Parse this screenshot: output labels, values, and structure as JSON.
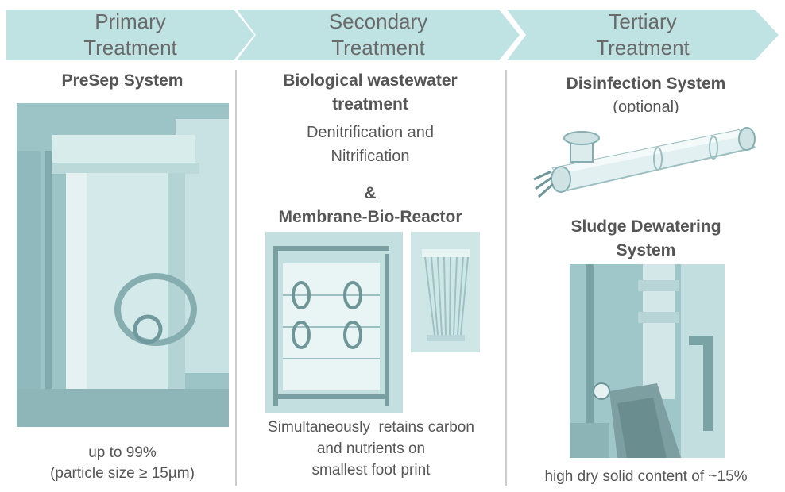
{
  "header": {
    "stages": [
      {
        "label": "Primary\nTreatment"
      },
      {
        "label": "Secondary\nTreatment"
      },
      {
        "label": "Tertiary\nTreatment"
      }
    ]
  },
  "primary": {
    "title": "PreSep System",
    "footer_line1": "up to 99%",
    "footer_line2": "(particle size ≥ 15µm)"
  },
  "secondary": {
    "title_line1": "Biological wastewater",
    "title_line2": "treatment",
    "subtitle_line1": "Denitrification and",
    "subtitle_line2": "Nitrification",
    "ampersand": "&",
    "mbr_title": "Membrane-Bio-Reactor",
    "footer_line1": "Simultaneously  retains carbon",
    "footer_line2": "and nutrients on",
    "footer_line3": "smallest foot print"
  },
  "tertiary": {
    "disinfection_title": "Disinfection System",
    "disinfection_note": "(optional)",
    "sludge_title_line1": "Sludge Dewatering",
    "sludge_title_line2": "System",
    "footer": "high dry solid content of ~15%"
  },
  "colors": {
    "header_fill": "#bfe3e3",
    "photo_tint": "#a9cfd1",
    "text": "#555555"
  }
}
